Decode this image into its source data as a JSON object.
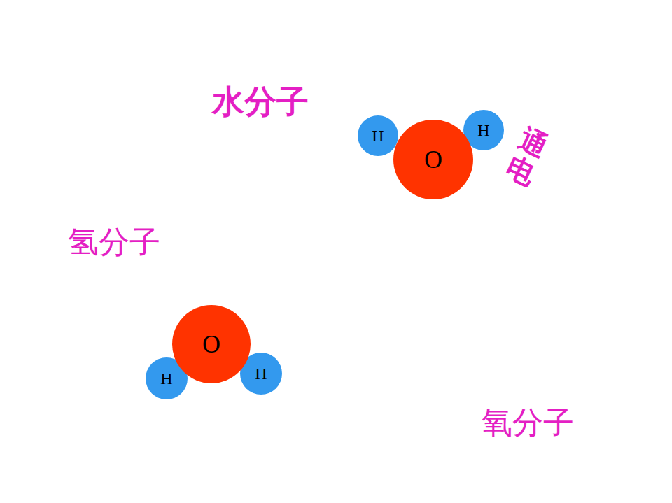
{
  "diagram": {
    "nodes": [
      {
        "text": [
          "H"
        ]
      },
      {
        "text": [
          "O"
        ]
      },
      {
        "text": [
          "H"
        ]
      },
      {
        "text": [
          "O"
        ]
      },
      {
        "text": [
          "H"
        ]
      },
      {
        "text": [
          "H"
        ]
      }
    ],
    "labels": [
      "水分子",
      "通电",
      "氢分子",
      "氧分子"
    ]
  }
}
